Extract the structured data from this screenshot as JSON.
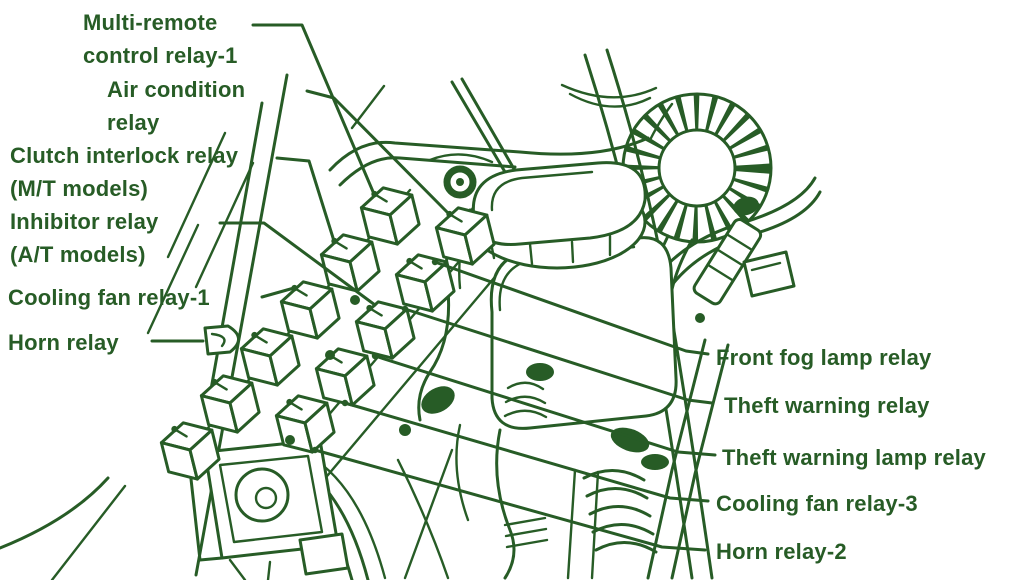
{
  "colors": {
    "ink": "#275c26",
    "background": "#ffffff"
  },
  "labels": {
    "left": [
      {
        "name": "multi-remote-control-relay-1",
        "lines": [
          "Multi-remote",
          "control relay-1"
        ]
      },
      {
        "name": "air-condition-relay",
        "lines": [
          "Air condition",
          "relay"
        ]
      },
      {
        "name": "clutch-interlock-relay",
        "lines": [
          "Clutch interlock relay",
          "(M/T models)"
        ]
      },
      {
        "name": "inhibitor-relay",
        "lines": [
          "Inhibitor relay",
          "(A/T models)"
        ]
      },
      {
        "name": "cooling-fan-relay-1",
        "lines": [
          "Cooling fan relay-1"
        ]
      },
      {
        "name": "horn-relay",
        "lines": [
          "Horn relay"
        ]
      }
    ],
    "right": [
      {
        "name": "front-fog-lamp-relay",
        "lines": [
          "Front fog lamp relay"
        ]
      },
      {
        "name": "theft-warning-relay",
        "lines": [
          "Theft warning relay"
        ]
      },
      {
        "name": "theft-warning-lamp-relay",
        "lines": [
          "Theft warning lamp relay"
        ]
      },
      {
        "name": "cooling-fan-relay-3",
        "lines": [
          "Cooling fan relay-3"
        ]
      },
      {
        "name": "horn-relay-2",
        "lines": [
          "Horn relay-2"
        ]
      }
    ]
  }
}
